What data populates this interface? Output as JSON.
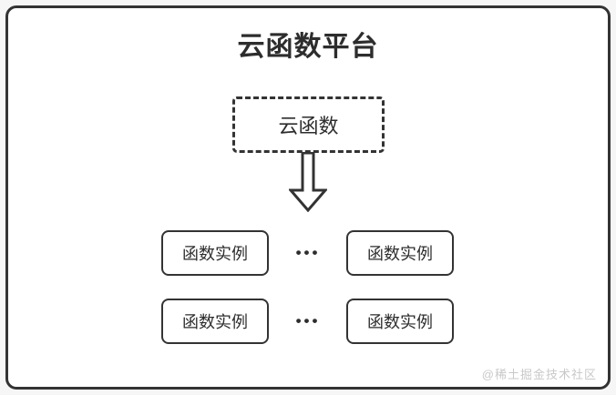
{
  "title": "云函数平台",
  "root_node": {
    "label": "云函数"
  },
  "grid": {
    "rows": [
      {
        "cells": [
          "函数实例",
          "函数实例"
        ],
        "ellipsis": "•••"
      },
      {
        "cells": [
          "函数实例",
          "函数实例"
        ],
        "ellipsis": "•••"
      }
    ]
  },
  "watermark": "@稀土掘金技术社区",
  "icons": {
    "down_arrow": "down-arrow-icon"
  },
  "colors": {
    "line": "#333333",
    "text": "#2d2d2d",
    "watermark": "#c8c8c8",
    "background": "#ffffff",
    "page_background": "#f6f6f6"
  }
}
